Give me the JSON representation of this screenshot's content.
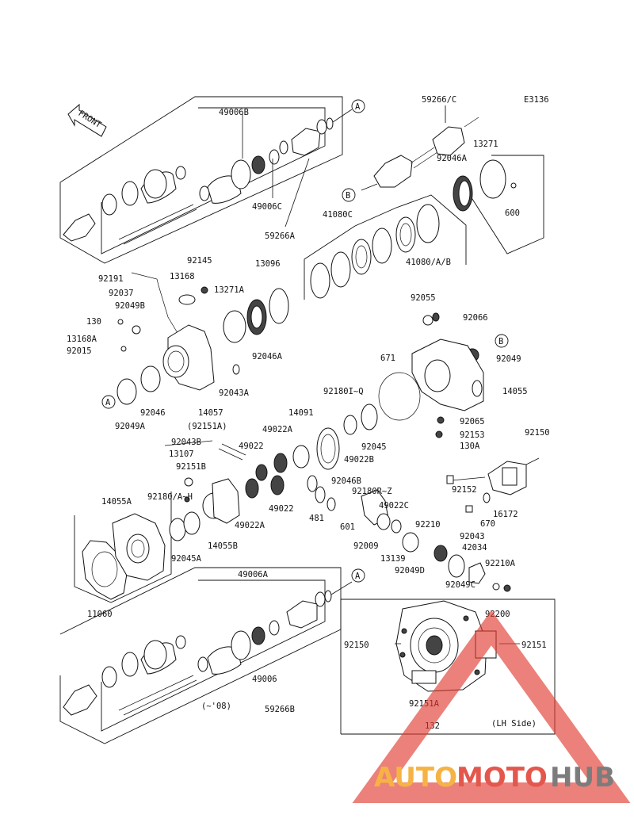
{
  "diagram": {
    "code": "E3136",
    "front_label": "FRONT",
    "lh_side": "(LH Side)",
    "years_note": "(~'08)",
    "callouts": {
      "a": "A",
      "b": "B"
    },
    "parts": {
      "p49006b": "49006B",
      "p49006c": "49006C",
      "p59266a": "59266A",
      "p59266c": "59266/C",
      "p13271": "13271",
      "p92046a": "92046A",
      "p600": "600",
      "p41080c": "41080C",
      "p41080ab": "41080/A/B",
      "p92191": "92191",
      "p92145": "92145",
      "p13168": "13168",
      "p13096": "13096",
      "p13271a": "13271A",
      "p92037": "92037",
      "p92049b": "92049B",
      "p130": "130",
      "p13168a": "13168A",
      "p92015": "92015",
      "p92046a2": "92046A",
      "p92043a": "92043A",
      "p92046": "92046",
      "p14057": "14057",
      "p92049a": "92049A",
      "p92151a_paren": "(92151A)",
      "p92055": "92055",
      "p92066": "92066",
      "p671": "671",
      "p92049": "92049",
      "p14055": "14055",
      "p92180iq": "92180I~Q",
      "p14091": "14091",
      "p92045": "92045",
      "p92065": "92065",
      "p92153": "92153",
      "p130a": "130A",
      "p92150a": "92150",
      "p49022a": "49022A",
      "p92043b": "92043B",
      "p49022": "49022",
      "p13107": "13107",
      "p92151b": "92151B",
      "p49022b": "49022B",
      "p92046b": "92046B",
      "p92180rz": "92180R~Z",
      "p49022c": "49022C",
      "p481": "481",
      "p601": "601",
      "p92210": "92210",
      "p92152": "92152",
      "p670": "670",
      "p16172": "16172",
      "p92009": "92009",
      "p92043": "92043",
      "p42034": "42034",
      "p14055a": "14055A",
      "p92180ah": "92180/A~H",
      "p49022_2": "49022",
      "p49022a2": "49022A",
      "p14055b": "14055B",
      "p92045a": "92045A",
      "p13139": "13139",
      "p92049d": "92049D",
      "p92210a": "92210A",
      "p92049c": "92049C",
      "p92200": "92200",
      "p11060": "11060",
      "p49006a": "49006A",
      "p49006": "49006",
      "p59266b": "59266B",
      "p92150b": "92150",
      "p92151": "92151",
      "p92151a": "92151A",
      "p132": "132"
    }
  },
  "watermark": {
    "auto": "AUTO",
    "moto": "MOTO",
    "hub": "HUB",
    "red": "#e03a2f",
    "orange": "#f5a623",
    "grey": "#666666"
  }
}
